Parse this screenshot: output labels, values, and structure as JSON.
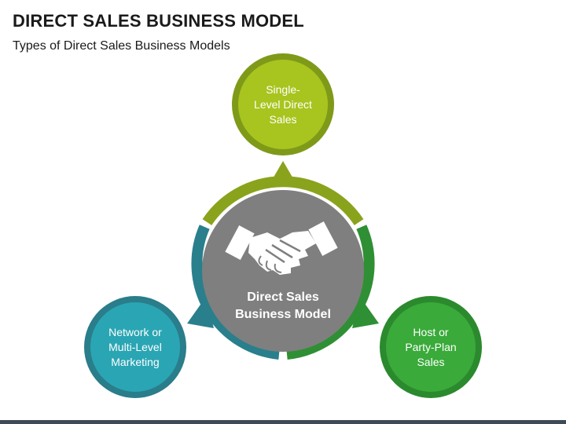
{
  "slide": {
    "title": "DIRECT SALES BUSINESS MODEL",
    "subtitle": "Types of Direct Sales Business Models"
  },
  "center": {
    "label": "Direct Sales\nBusiness Model",
    "icon": "handshake-icon",
    "color": "#7f7f7f"
  },
  "nodes": [
    {
      "id": "single-level",
      "label": "Single-\nLevel Direct\nSales",
      "color": "#a8c41f",
      "ring": "#7f9a19"
    },
    {
      "id": "network",
      "label": "Network or\nMulti-Level\nMarketing",
      "color": "#2aa5b3",
      "ring": "#2a7d8a"
    },
    {
      "id": "host",
      "label": "Host or\nParty-Plan\nSales",
      "color": "#3aaa3a",
      "ring": "#2b8a2d"
    }
  ],
  "colors": {
    "arc_top": "#8aa31c",
    "arc_left": "#2a7f8c",
    "arc_right": "#2f8f34",
    "footer": "#3e4a56"
  }
}
